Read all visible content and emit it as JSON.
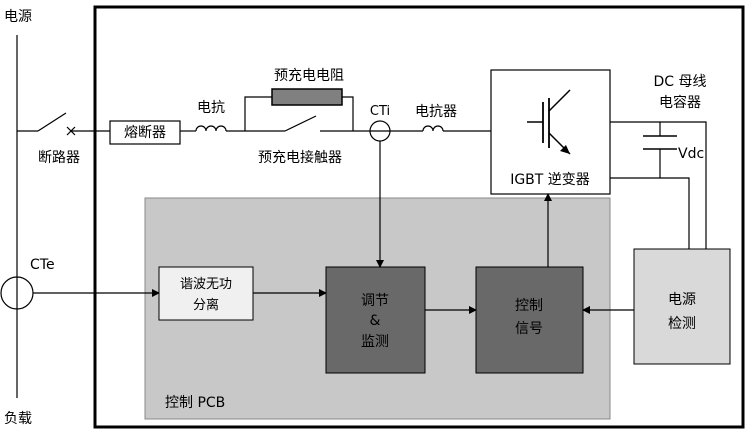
{
  "labels": {
    "power_source": "电源",
    "load": "负载",
    "circuit_breaker": "断路器",
    "fuse": "熔断器",
    "reactor_1": "电抗",
    "precharge_resistor": "预充电电阻",
    "precharge_contactor": "预充电接触器",
    "cti": "CTi",
    "reactor_2": "电抗器",
    "dc_bus_line1": "DC 母线",
    "dc_bus_line2": "电容器",
    "vdc": "Vdc",
    "igbt_inverter": "IGBT 逆变器",
    "cte": "CTe",
    "harmonic_line1": "谐波无功",
    "harmonic_line2": "分离",
    "regulate_line1": "调节",
    "regulate_line2": "&",
    "regulate_line3": "监测",
    "control_line1": "控制",
    "control_line2": "信号",
    "power_detect_line1": "电源",
    "power_detect_line2": "检测",
    "control_pcb": "控制 PCB"
  },
  "colors": {
    "pcb_fill": "#c8c8c8",
    "dark_block": "#696969",
    "light_block": "#f0f0f0",
    "detect_block": "#d9d9d9",
    "resistor_fill": "#808080",
    "line": "#000000"
  }
}
